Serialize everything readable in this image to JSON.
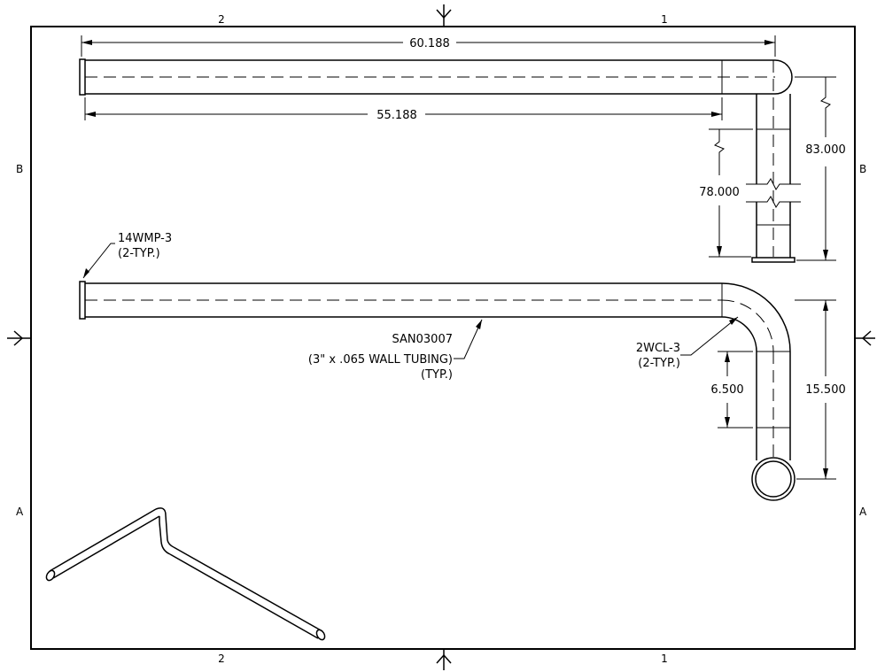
{
  "zones": {
    "top_left": "2",
    "top_right": "1",
    "bottom_left": "2",
    "bottom_right": "1",
    "left_upper": "B",
    "right_upper": "B",
    "left_lower": "A",
    "right_lower": "A"
  },
  "dimensions": {
    "overall_length": "60.188",
    "straight_length": "55.188",
    "overall_drop": "83.000",
    "straight_drop": "78.000",
    "elbow_offset": "6.500",
    "overall_offset": "15.500"
  },
  "callouts": {
    "ferrule_part": "14WMP-3",
    "ferrule_qty": "(2-TYP.)",
    "tube_part": "SAN03007",
    "tube_desc": "(3\" x .065 WALL TUBING)",
    "tube_qty": "(TYP.)",
    "elbow_part": "2WCL-3",
    "elbow_qty": "(2-TYP.)"
  }
}
